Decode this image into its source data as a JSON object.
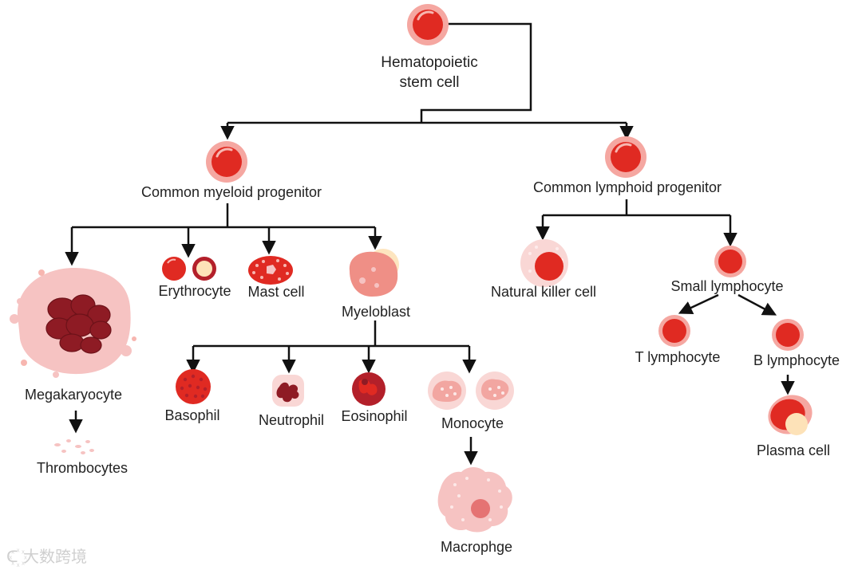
{
  "colors": {
    "cell_core": "#e02a22",
    "cell_ring": "#f5a7a1",
    "membrane_pink": "#f6c3c2",
    "dark_red": "#8e1b24",
    "line": "#111111"
  },
  "nodes": {
    "stem_cell": "Hematopoietic\nstem cell",
    "myeloid_progenitor": "Common myeloid progenitor",
    "lymphoid_progenitor": "Common lymphoid progenitor",
    "megakaryocyte": "Megakaryocyte",
    "thrombocytes": "Thrombocytes",
    "erythrocyte": "Erythrocyte",
    "mast_cell": "Mast cell",
    "myeloblast": "Myeloblast",
    "basophil": "Basophil",
    "neutrophil": "Neutrophil",
    "eosinophil": "Eosinophil",
    "monocyte": "Monocyte",
    "macrophage": "Macrophge",
    "natural_killer": "Natural killer cell",
    "small_lymphocyte": "Small lymphocyte",
    "t_lymphocyte": "T lymphocyte",
    "b_lymphocyte": "B lymphocyte",
    "plasma_cell": "Plasma cell"
  },
  "watermark": "大数跨境"
}
